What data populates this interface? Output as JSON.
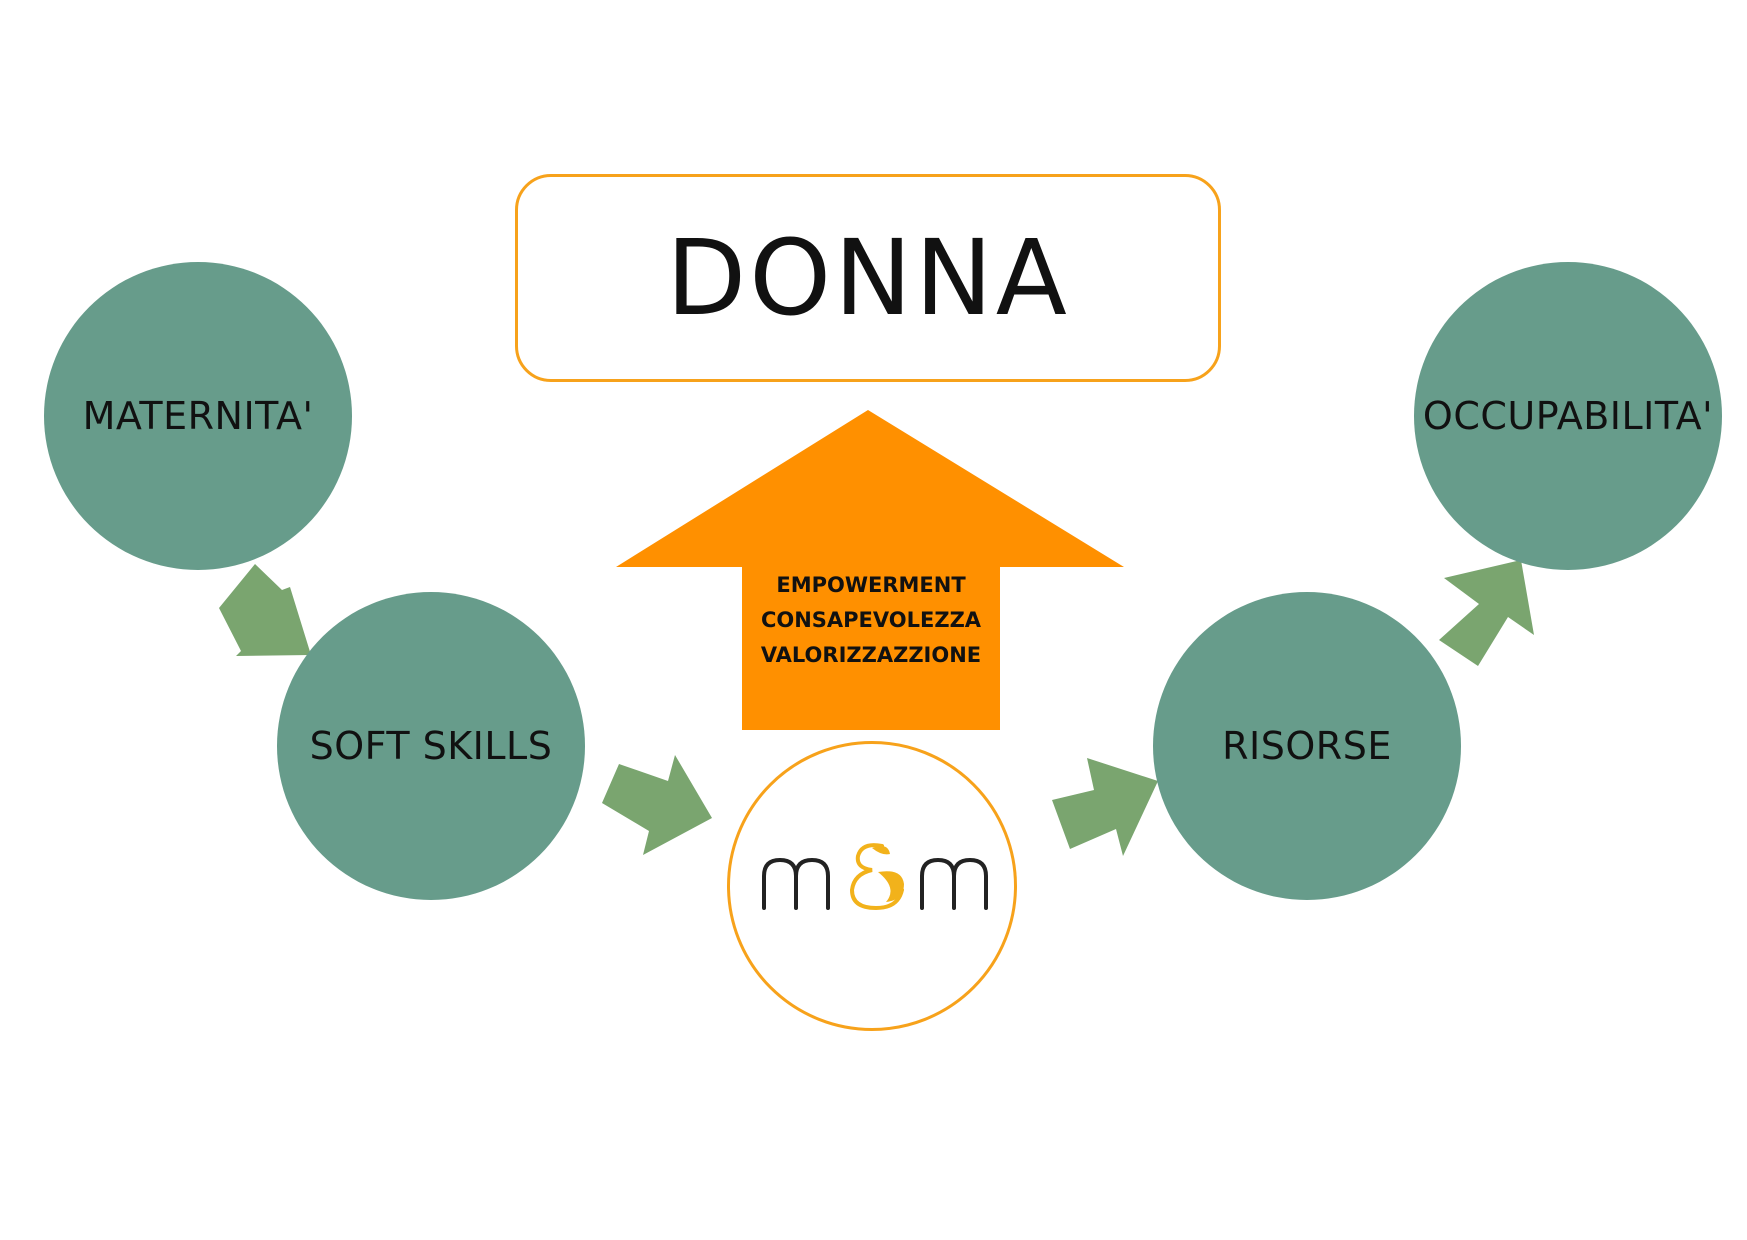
{
  "title": "DONNA",
  "nodes": {
    "maternita": "MATERNITA'",
    "soft_skills": "SOFT SKILLS",
    "risorse": "RISORSE",
    "occupabilita": "OCCUPABILITA'"
  },
  "up_arrow": {
    "words": [
      "EMPOWERMENT",
      "CONSAPEVOLEZZA",
      "VALORIZZAZZIONE"
    ]
  },
  "logo": {
    "text": "m&m",
    "icon": "m-and-m-logo"
  },
  "colors": {
    "node_fill": "#679c8b",
    "flow_arrow": "#7aa56f",
    "accent_orange": "#ff9000",
    "border_orange": "#f7a21b",
    "logo_accent": "#f2b21b"
  }
}
